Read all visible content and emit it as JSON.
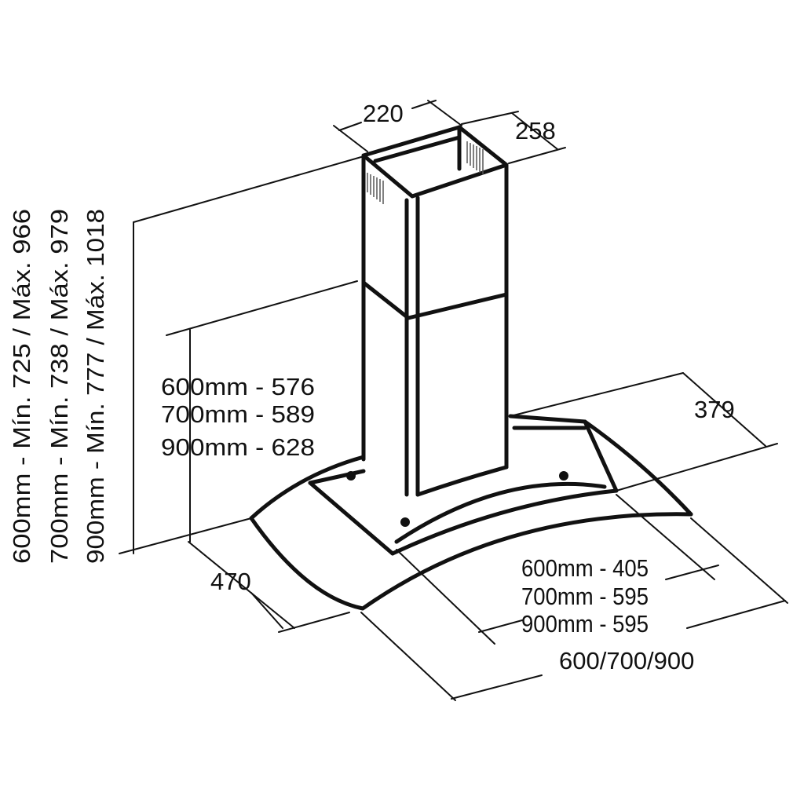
{
  "title": "Range hood dimension diagram",
  "colors": {
    "line": "#111111",
    "background": "#ffffff"
  },
  "dimensions": {
    "chimney_width": "220",
    "chimney_depth": "258",
    "canopy_depth_right": "379",
    "canopy_depth_left": "470",
    "overall_width": "600/700/900",
    "body_height": [
      "600mm - 576",
      "700mm - 589",
      "900mm - 628"
    ],
    "body_width": [
      "600mm - 405",
      "700mm - 595",
      "900mm - 595"
    ],
    "total_height": [
      "600mm - Mín. 725 / Máx. 966",
      "700mm - Mín. 738 / Máx. 979",
      "900mm - Mín. 777 / Máx. 1018"
    ]
  }
}
